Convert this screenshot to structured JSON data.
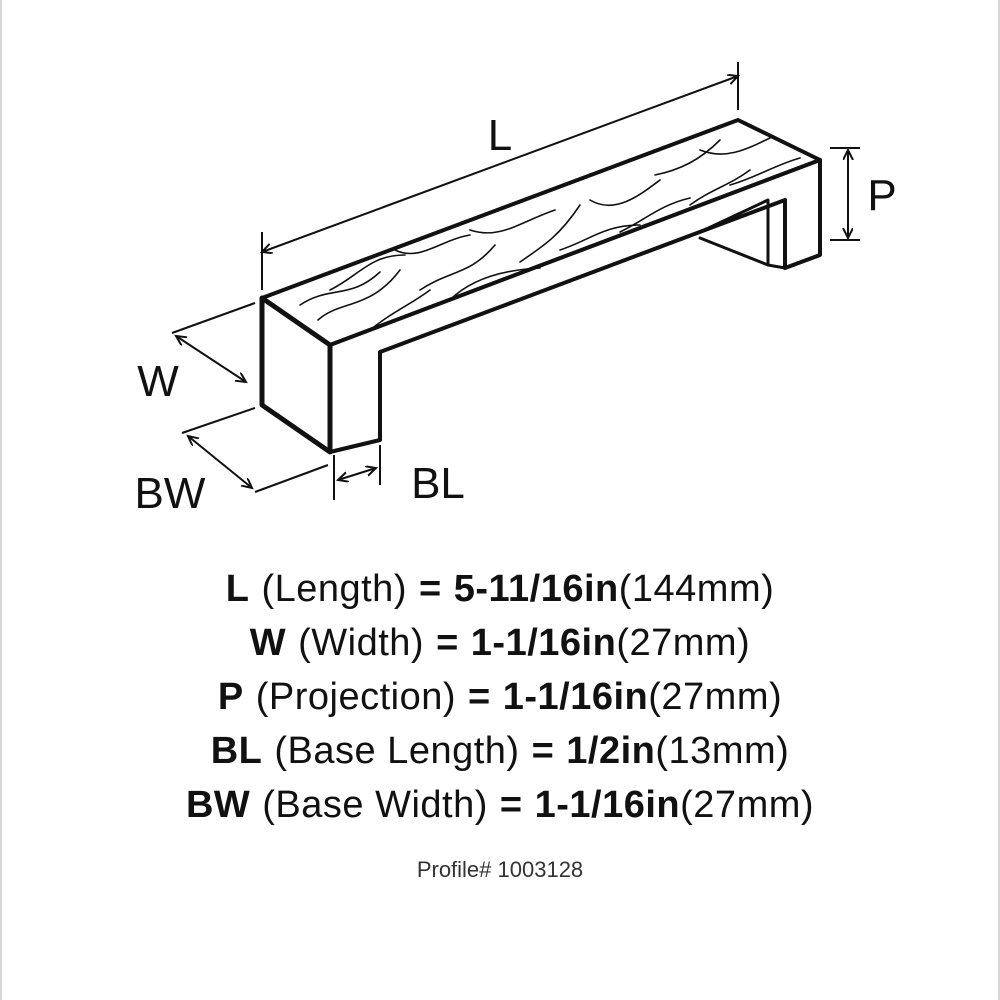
{
  "labels": {
    "L": "L",
    "P": "P",
    "W": "W",
    "BW": "BW",
    "BL": "BL"
  },
  "specs": [
    {
      "abbr": "L",
      "name": "(Length)",
      "eq": "=",
      "imperial": "5-11/16in",
      "metric": "(144mm)"
    },
    {
      "abbr": "W",
      "name": "(Width)",
      "eq": "=",
      "imperial": "1-1/16in",
      "metric": "(27mm)"
    },
    {
      "abbr": "P",
      "name": "(Projection)",
      "eq": "=",
      "imperial": "1-1/16in",
      "metric": "(27mm)"
    },
    {
      "abbr": "BL",
      "name": "(Base Length)",
      "eq": "=",
      "imperial": "1/2in",
      "metric": "(13mm)"
    },
    {
      "abbr": "BW",
      "name": "(Base Width)",
      "eq": "=",
      "imperial": "1-1/16in",
      "metric": "(27mm)"
    }
  ],
  "profile": "Profile# 1003128"
}
